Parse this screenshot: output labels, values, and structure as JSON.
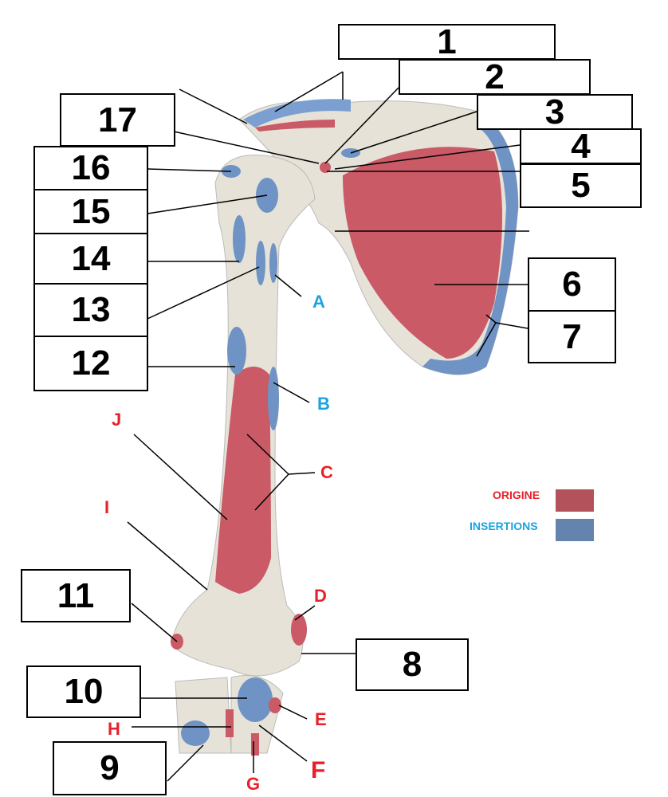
{
  "colors": {
    "origin": "#b4525c",
    "insertion": "#6584ad",
    "label_red": "#e8202a",
    "label_blue": "#1aa3e0",
    "bone": "#e6e2d8"
  },
  "number_labels": [
    "1",
    "2",
    "3",
    "4",
    "5",
    "6",
    "7",
    "8",
    "9",
    "10",
    "11",
    "12",
    "13",
    "14",
    "15",
    "16",
    "17"
  ],
  "letter_labels": {
    "A": "A",
    "B": "B",
    "C": "C",
    "D": "D",
    "E": "E",
    "F": "F",
    "G": "G",
    "H": "H",
    "I": "I",
    "J": "J"
  },
  "legend": {
    "origin_label": "ORIGINE",
    "insertion_label": "INSERTIONS"
  }
}
